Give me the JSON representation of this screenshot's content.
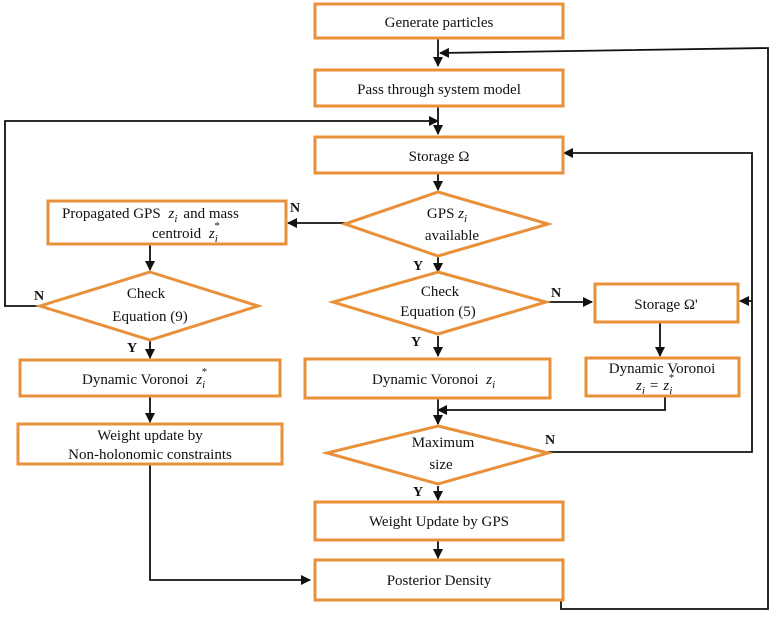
{
  "nodes": {
    "generate": {
      "label": "Generate particles"
    },
    "system_model": {
      "label": "Pass through system model"
    },
    "storage": {
      "label": "Storage Ω"
    },
    "gps_available": {
      "line1": "GPS",
      "var": "z",
      "sub": "i",
      "line2": "available"
    },
    "propagated": {
      "line1a": "Propagated GPS",
      "var": "z",
      "sub": "i",
      "line1b": "and mass",
      "line2a": "centroid",
      "var2": "z",
      "sub2": "i",
      "sup2": "*"
    },
    "check9": {
      "line1": "Check",
      "line2": "Equation (9)"
    },
    "check5": {
      "line1": "Check",
      "line2": "Equation (5)"
    },
    "storage_prime": {
      "label": "Storage Ω'"
    },
    "voronoi_left": {
      "label": "Dynamic Voronoi",
      "var": "z",
      "sub": "i",
      "sup": "*"
    },
    "voronoi_mid": {
      "label": "Dynamic Voronoi",
      "var": "z",
      "sub": "i"
    },
    "voronoi_right": {
      "line1": "Dynamic Voronoi",
      "lhs": "z",
      "lhs_sub": "i",
      "eq": "=",
      "rhs": "z",
      "rhs_sub": "i",
      "rhs_sup": "*"
    },
    "weight_nh": {
      "line1": "Weight update by",
      "line2": "Non-holonomic constraints"
    },
    "max_size": {
      "line1": "Maximum",
      "line2": "size"
    },
    "weight_gps": {
      "label": "Weight Update by GPS"
    },
    "posterior": {
      "label": "Posterior Density"
    }
  },
  "edge_labels": {
    "gps_no": "N",
    "gps_yes": "Y",
    "check9_no": "N",
    "check9_yes": "Y",
    "check5_no": "N",
    "check5_yes": "Y",
    "max_no": "N",
    "max_yes": "Y"
  },
  "colors": {
    "box_border": "#E8913A",
    "line": "#111111"
  }
}
